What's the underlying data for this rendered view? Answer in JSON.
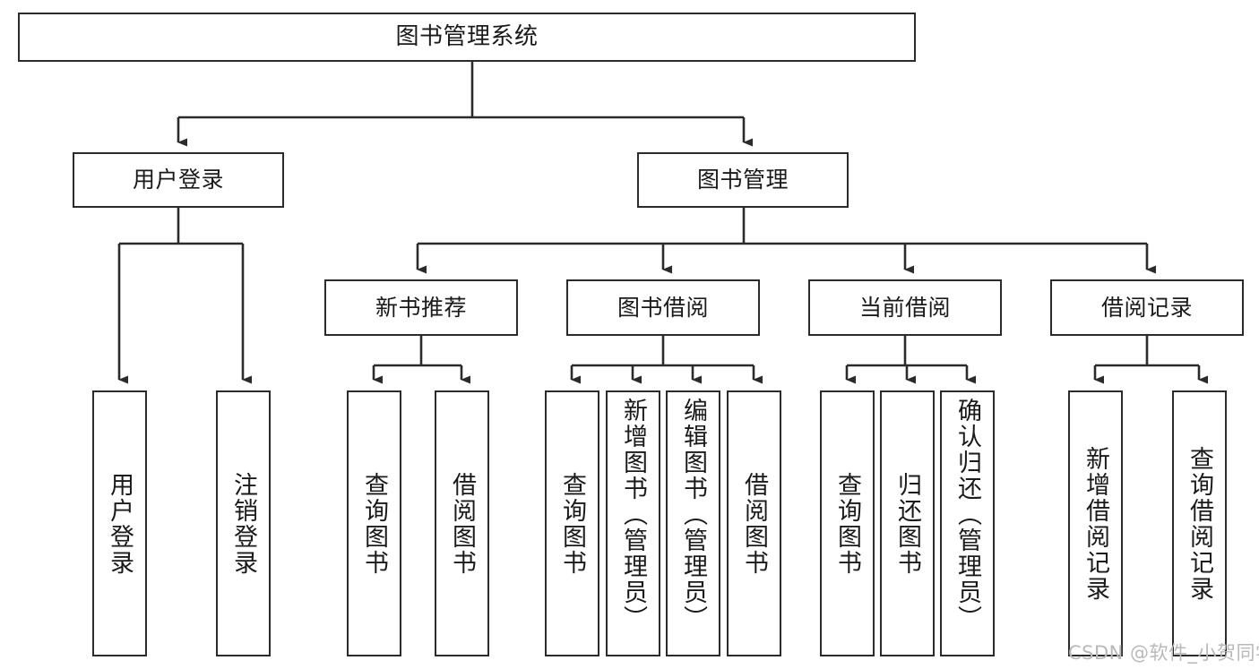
{
  "diagram": {
    "title": "图书管理系统",
    "type": "tree-hierarchy-chart",
    "watermark": "CSDN @软件_小贺同学",
    "colors": {
      "box_border": "#2b2b2b",
      "box_fill": "#ffffff",
      "connector": "#2b2b2b",
      "background": "#ffffff",
      "watermark": "#b9b9b9"
    },
    "nodes": {
      "root": {
        "label": "图书管理系统"
      },
      "level2": [
        {
          "id": "user-login",
          "label": "用户登录"
        },
        {
          "id": "book-management",
          "label": "图书管理"
        }
      ],
      "level3": [
        {
          "id": "new-book-recommend",
          "label": "新书推荐"
        },
        {
          "id": "book-borrow",
          "label": "图书借阅"
        },
        {
          "id": "current-borrow",
          "label": "当前借阅"
        },
        {
          "id": "borrow-record",
          "label": "借阅记录"
        }
      ],
      "leaves": {
        "user_login": [
          {
            "id": "leaf-user-login",
            "label": "用户登录"
          },
          {
            "id": "leaf-logout",
            "label": "注销登录"
          }
        ],
        "new_book_recommend": [
          {
            "id": "leaf-query-book-1",
            "label": "查询图书"
          },
          {
            "id": "leaf-borrow-book-1",
            "label": "借阅图书"
          }
        ],
        "book_borrow": [
          {
            "id": "leaf-query-book-2",
            "label": "查询图书"
          },
          {
            "id": "leaf-add-book",
            "label": "新增图书（管理员）"
          },
          {
            "id": "leaf-edit-book",
            "label": "编辑图书（管理员）"
          },
          {
            "id": "leaf-borrow-book-2",
            "label": "借阅图书"
          }
        ],
        "current_borrow": [
          {
            "id": "leaf-query-book-3",
            "label": "查询图书"
          },
          {
            "id": "leaf-return-book",
            "label": "归还图书"
          },
          {
            "id": "leaf-confirm-return",
            "label": "确认归还（管理员）"
          }
        ],
        "borrow_record": [
          {
            "id": "leaf-add-record",
            "label": "新增借阅记录"
          },
          {
            "id": "leaf-query-record",
            "label": "查询借阅记录"
          }
        ]
      }
    }
  }
}
